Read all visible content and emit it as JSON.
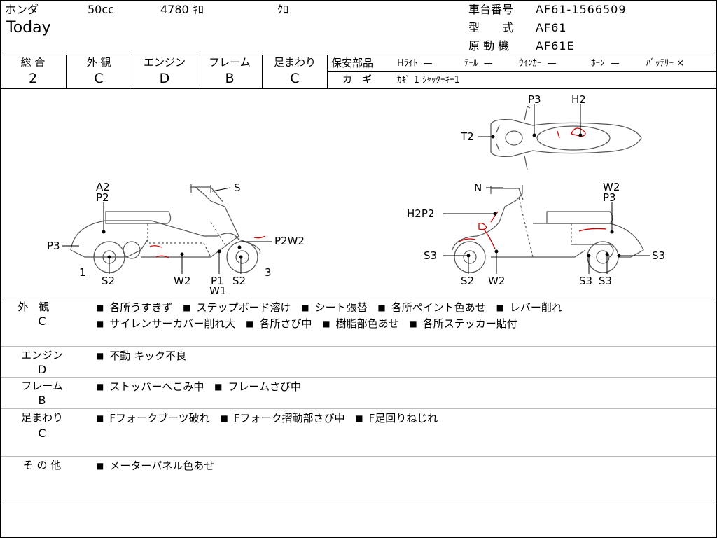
{
  "header": {
    "maker": "ホンダ",
    "displacement": "50cc",
    "mileage": "4780 ｷﾛ",
    "color": "ｸﾛ",
    "model_name": "Today",
    "frame_no_label": "車台番号",
    "frame_no": "AF61-1566509",
    "type_label": "型　　式",
    "type": "AF61",
    "engine_label": "原 動 機",
    "engine": "AF61E"
  },
  "grades": [
    {
      "label": "総 合",
      "value": "2"
    },
    {
      "label": "外 観",
      "value": "C"
    },
    {
      "label": "エンジン",
      "value": "D"
    },
    {
      "label": "フレーム",
      "value": "B"
    },
    {
      "label": "足まわり",
      "value": "C"
    }
  ],
  "safety": {
    "label": "保安部品",
    "items": [
      {
        "name": "Hﾗｲﾄ",
        "status": "—"
      },
      {
        "name": "ﾃｰﾙ",
        "status": "—"
      },
      {
        "name": "ｳｲﾝｶｰ",
        "status": "—"
      },
      {
        "name": "ﾎｰﾝ",
        "status": "—"
      },
      {
        "name": "ﾊﾞｯﾃﾘｰ",
        "status": "×"
      }
    ],
    "key_label": "カ　ギ",
    "key_value": "ｶｷﾞ 1 ｼｬｯﾀｰｷｰ1"
  },
  "diagram_marks": {
    "top_view": [
      "P3",
      "H2",
      "T2"
    ],
    "left_view": [
      "A2",
      "P2",
      "S",
      "P3",
      "P2W2",
      "1",
      "S2",
      "W2",
      "P1",
      "W1",
      "S2",
      "3"
    ],
    "right_view": [
      "N",
      "W2",
      "P3",
      "H2P2",
      "S3",
      "S3",
      "S2",
      "W2",
      "S3",
      "S3"
    ]
  },
  "sections": [
    {
      "title": "外　観",
      "grade": "C",
      "items": [
        "各所うすきず",
        "ステップボード溶け",
        "シート張替",
        "各所ペイント色あせ",
        "レバー削れ",
        "サイレンサーカバー削れ大",
        "各所さび中",
        "樹脂部色あせ",
        "各所ステッカー貼付"
      ]
    },
    {
      "title": "エンジン",
      "grade": "D",
      "items": [
        "不動 キック不良"
      ]
    },
    {
      "title": "フレーム",
      "grade": "B",
      "items": [
        "ストッパーへこみ中",
        "フレームさび中"
      ]
    },
    {
      "title": "足まわり",
      "grade": "C",
      "items": [
        "Fフォークブーツ破れ",
        "Fフォーク摺動部さび中",
        "F足回りねじれ"
      ]
    },
    {
      "title": "そ の 他",
      "grade": "",
      "items": [
        "メーターパネル色あせ"
      ]
    }
  ]
}
